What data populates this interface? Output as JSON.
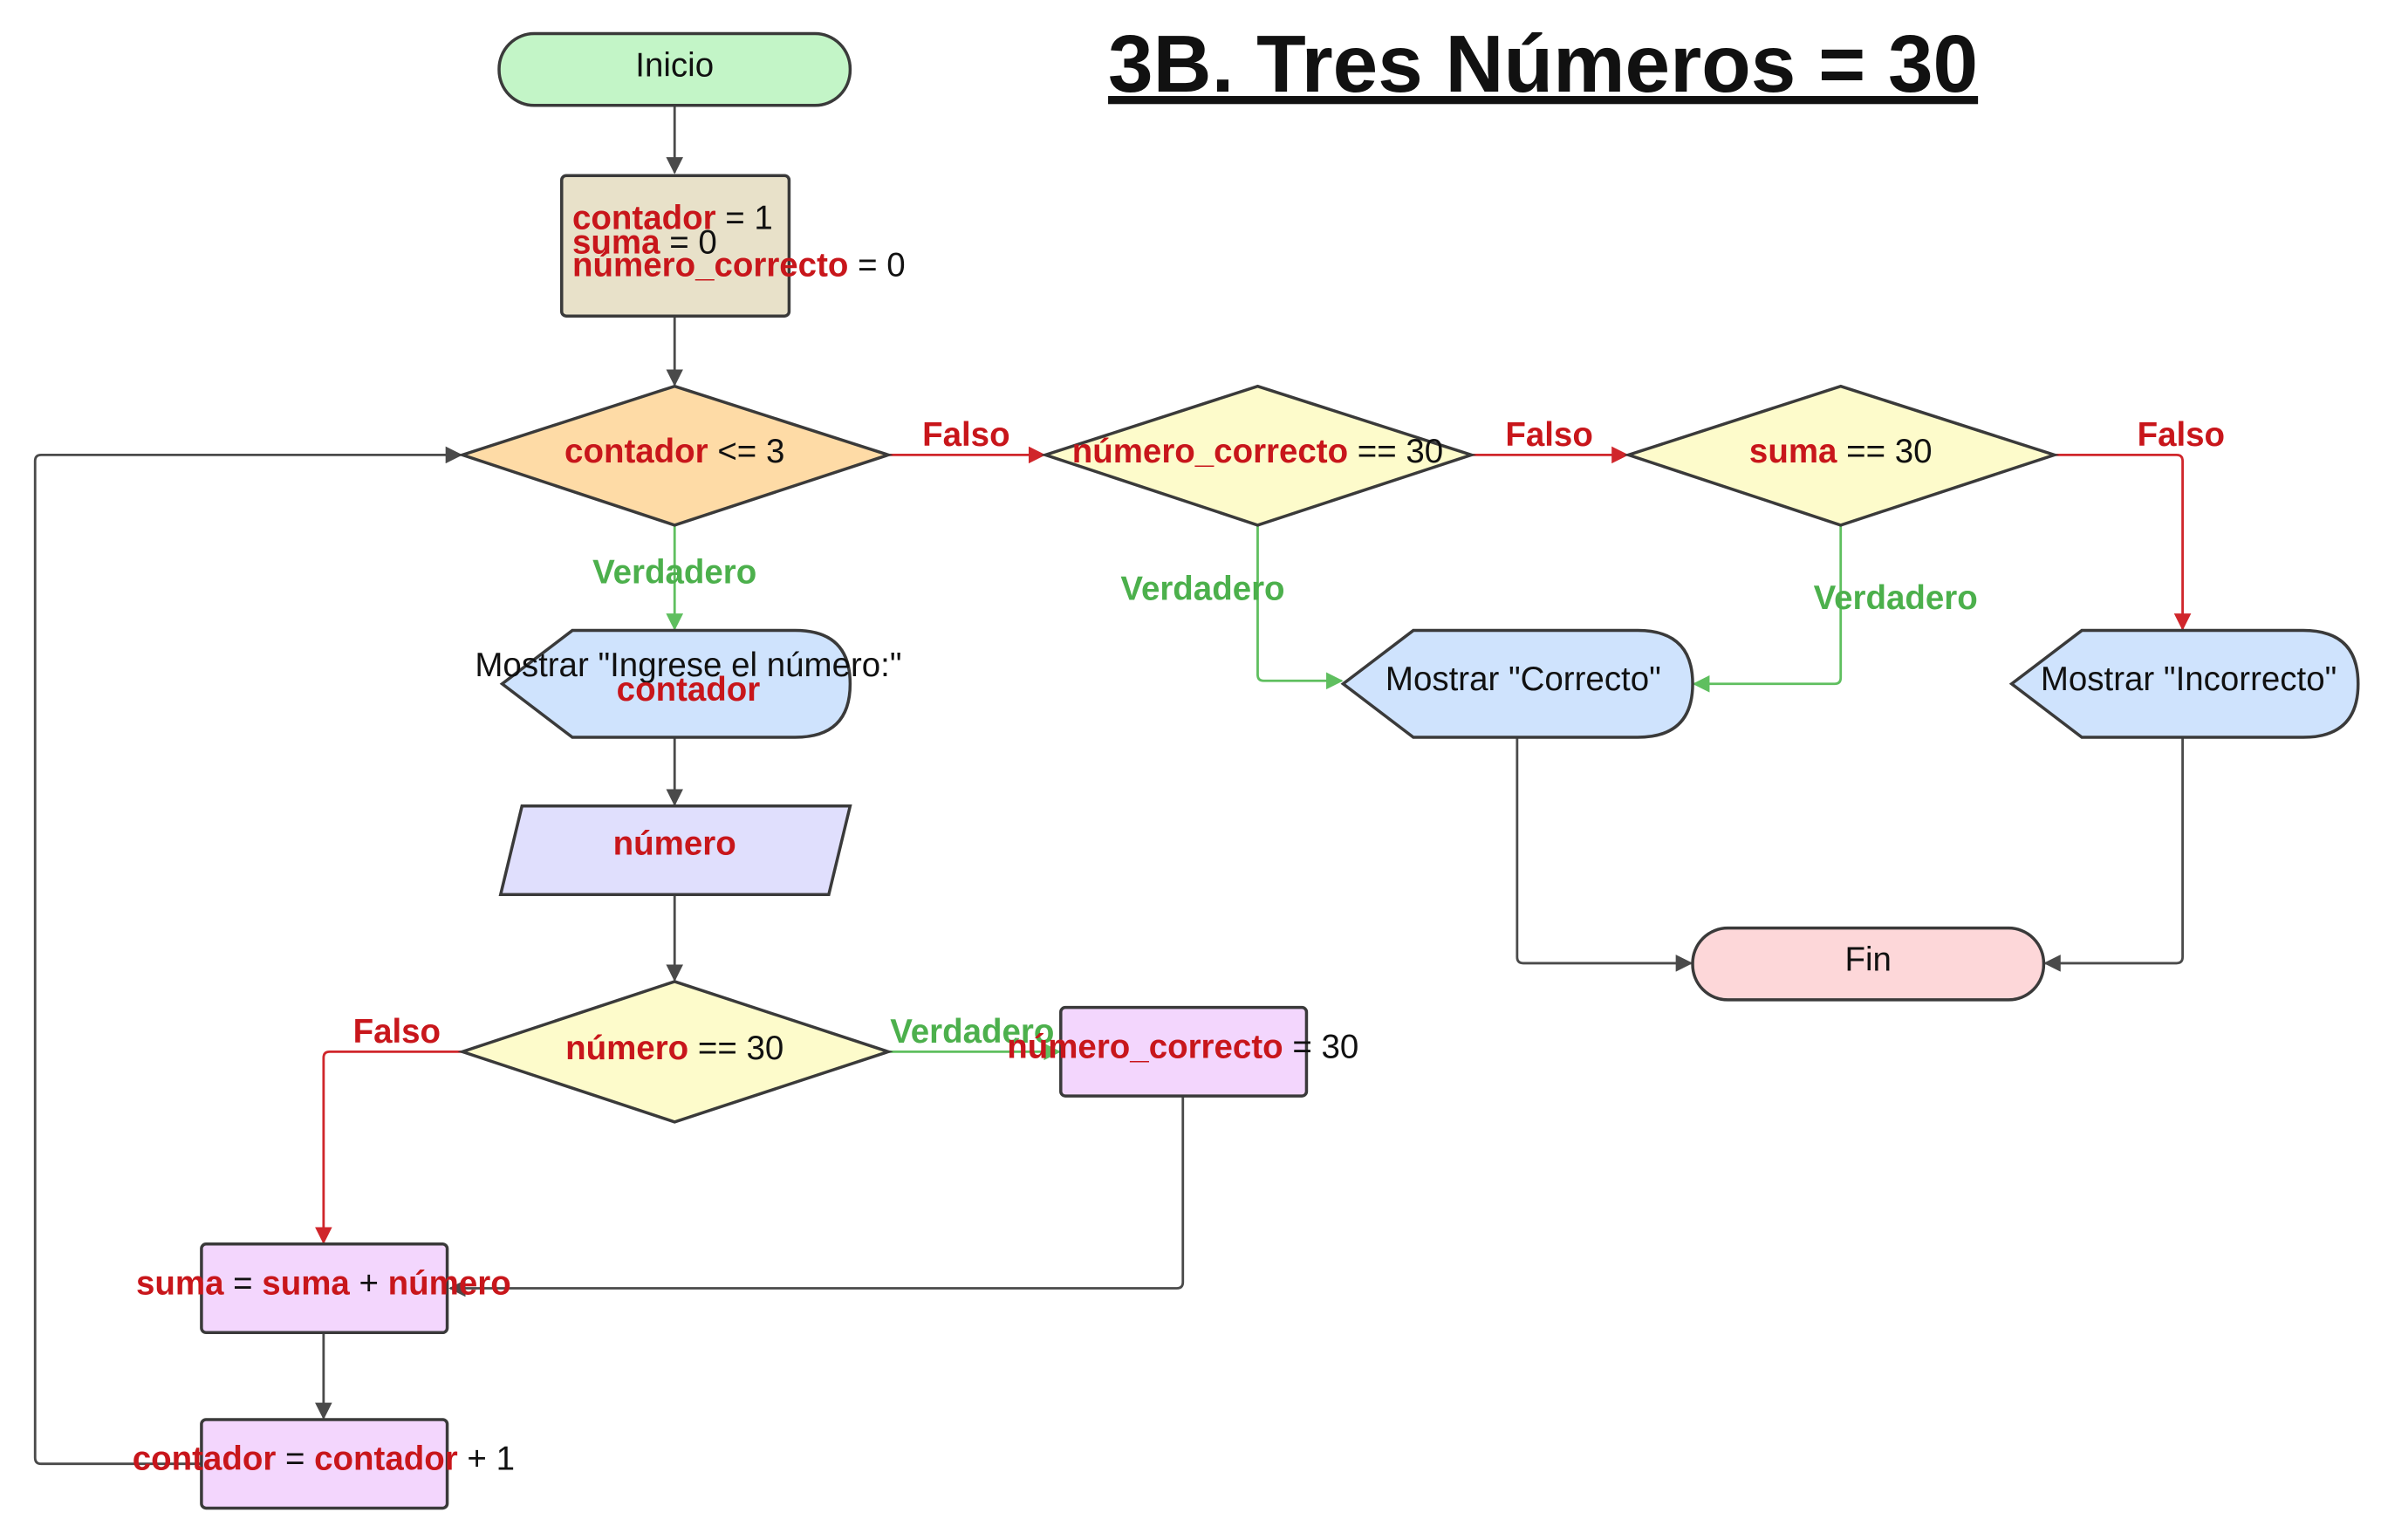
{
  "title": "3B. Tres Números = 30",
  "colors": {
    "terminal_start": "#c3f5c7",
    "terminal_end": "#fdd7d9",
    "process_init": "#e8e1c9",
    "decision_loop": "#fedba6",
    "decision": "#fdfbcb",
    "display": "#cfe3fd",
    "input": "#e0dffd",
    "process": "#f3d6fd",
    "variable_text": "#c8161b",
    "true_edge": "#5fbf5f",
    "false_edge": "#d0262b"
  },
  "nodes": {
    "inicio": {
      "text": "Inicio"
    },
    "init": {
      "line1_var": "contador",
      "line1_rest": " = 1",
      "line2_var": "suma",
      "line2_rest": " = 0",
      "line3_var": "número_correcto",
      "line3_rest": " = 0"
    },
    "cond_loop": {
      "var": "contador",
      "rest": " <= 3"
    },
    "cond_correcto": {
      "var": "número_correcto",
      "rest": " == 30"
    },
    "cond_suma": {
      "var": "suma",
      "rest": " == 30"
    },
    "show_ingrese": {
      "line1": "Mostrar \"Ingrese el número:\"",
      "line2_var": "contador"
    },
    "input_numero": {
      "var": "número"
    },
    "cond_numero": {
      "var": "número",
      "rest": " == 30"
    },
    "set_correcto": {
      "var": "número_correcto",
      "rest": " = 30"
    },
    "set_suma": {
      "var1": "suma",
      "op1": " = ",
      "var2": "suma",
      "op2": " + ",
      "var3": "número"
    },
    "set_contador": {
      "var1": "contador",
      "op1": " = ",
      "var2": "contador",
      "rest": " + 1"
    },
    "show_correcto": {
      "text": "Mostrar \"Correcto\""
    },
    "show_incorrecto": {
      "text": "Mostrar \"Incorrecto\""
    },
    "fin": {
      "text": "Fin"
    }
  },
  "edge_labels": {
    "true": "Verdadero",
    "false": "Falso"
  }
}
